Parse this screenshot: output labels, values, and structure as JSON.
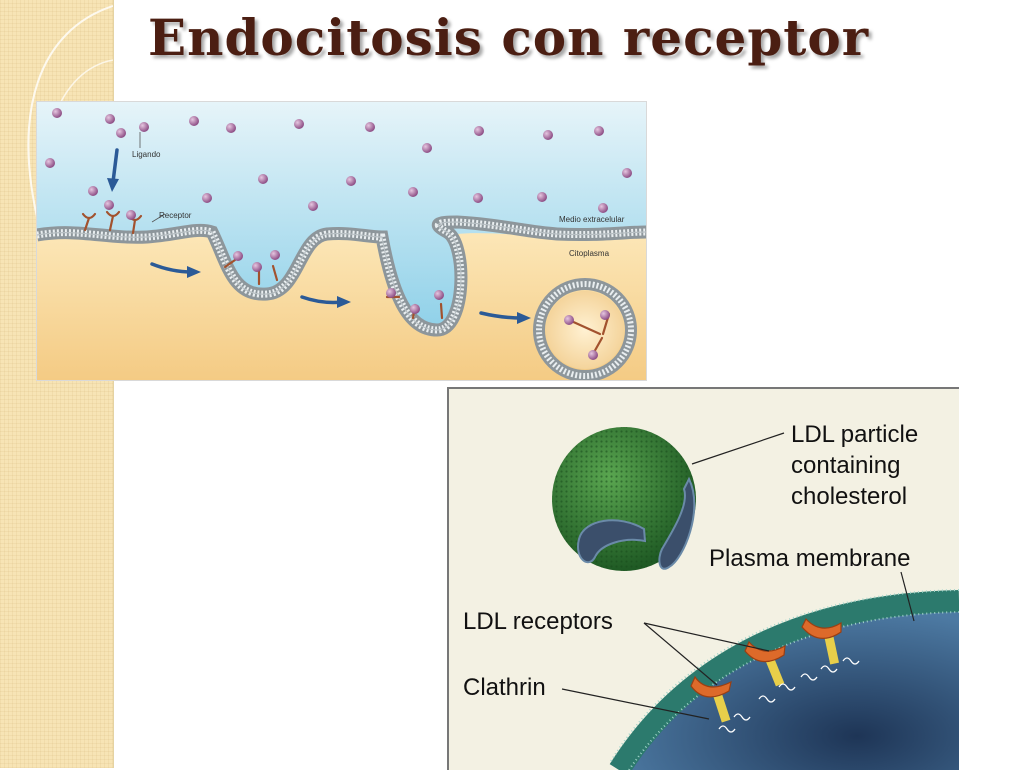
{
  "slide": {
    "title": "Endocitosis con receptor"
  },
  "figure_top": {
    "labels": {
      "ligand": "Ligando",
      "receptor": "Receptor",
      "extracellular": "Medio extracelular",
      "cytoplasm": "Citoplasma"
    },
    "colors": {
      "extracellular_top": "#d7eef7",
      "extracellular_bottom": "#74c6e3",
      "cytoplasm_top": "#fbe3b0",
      "cytoplasm_bottom": "#f6cf88",
      "membrane": "#8d969b",
      "ligand": "#a9639c",
      "receptor": "#a2522e",
      "arrow": "#2b5a97"
    }
  },
  "figure_bottom": {
    "labels": {
      "ldl_particle_line1": "LDL particle",
      "ldl_particle_line2": "containing",
      "ldl_particle_line3": "cholesterol",
      "plasma_membrane": "Plasma membrane",
      "ldl_receptors": "LDL receptors",
      "clathrin": "Clathrin"
    },
    "colors": {
      "background": "#f3f1e3",
      "ldl_particle": "#2e7d32",
      "membrane": "#2c7a6d",
      "cell_interior": "#3b5f86",
      "receptor_cup": "#dd6a2a",
      "receptor_stem": "#e8cf4a"
    }
  }
}
